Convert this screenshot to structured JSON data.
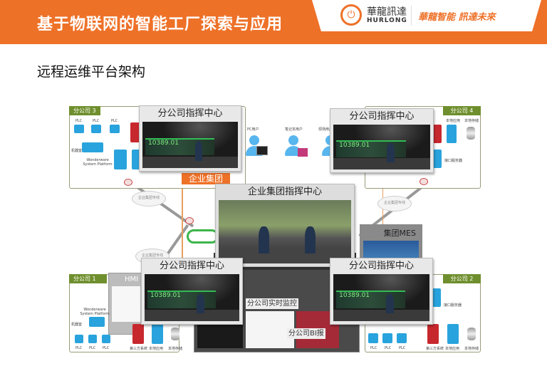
{
  "header": {
    "title": "基于物联网的智能工厂探索与应用",
    "logo_cn": "華龍訊達",
    "logo_en": "HURLONG",
    "slogan": "華龍智能 訊達未來",
    "accent": "#ee7128"
  },
  "subtitle": "远程运维平台架构",
  "diagram": {
    "branches": [
      "分公司 3",
      "分公司 4",
      "分公司 1",
      "分公司 2"
    ],
    "group_label": "企业集团",
    "photo_titles": {
      "branch": "分公司指挥中心",
      "group": "企业集团指挥中心"
    },
    "screen_number": "10389.01",
    "users": [
      "PC用户",
      "笔记本用户",
      "现场用户"
    ],
    "plc": "PLC",
    "machine_room": "机器室",
    "wonderware": "Wonderware System Platform",
    "third_party": "第三方系统",
    "local_app": "本地应用",
    "local_storage": "本地存储",
    "interface_server": "接口服务器",
    "cloud": "企业集团专线",
    "mes": "集团MES",
    "hmi": "HMI",
    "monitor": "分公司实时监控",
    "bi": "分公司BI报"
  }
}
